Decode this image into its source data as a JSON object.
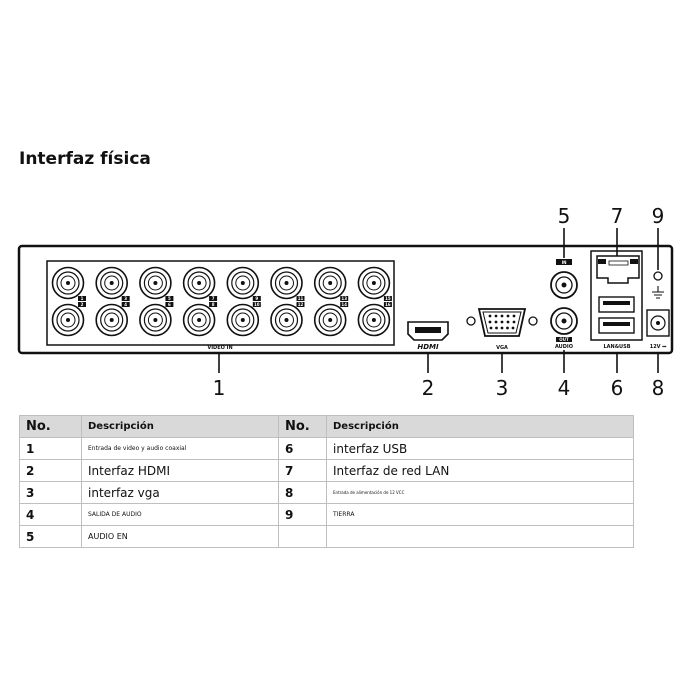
{
  "title": "Interfaz física",
  "panel": {
    "labels": {
      "video_in": "VIDEO IN",
      "hdmi": "HDMI",
      "vga": "VGA",
      "audio_in_tag": "IN",
      "audio_out_tag": "OUT",
      "audio": "AUDIO",
      "lan_usb": "LAN&USB",
      "power": "12V ⎓"
    },
    "bnc_top_numbers": [
      "1",
      "3",
      "5",
      "7",
      "9",
      "11",
      "13",
      "15"
    ],
    "bnc_bottom_numbers": [
      "2",
      "4",
      "6",
      "8",
      "10",
      "12",
      "14",
      "16"
    ],
    "callouts": {
      "c1": "1",
      "c2": "2",
      "c3": "3",
      "c4": "4",
      "c5": "5",
      "c6": "6",
      "c7": "7",
      "c8": "8",
      "c9": "9"
    }
  },
  "table": {
    "headers": [
      "No.",
      "Descripción",
      "No.",
      "Descripción"
    ],
    "rows": [
      {
        "no1": "1",
        "desc1": "Entrada de video y audio coaxial",
        "no2": "6",
        "desc2": "interfaz USB"
      },
      {
        "no1": "2",
        "desc1": "Interfaz HDMI",
        "no2": "7",
        "desc2": "Interfaz de red LAN"
      },
      {
        "no1": "3",
        "desc1": "interfaz vga",
        "no2": "8",
        "desc2": "Entrada de alimentación de 12 VCC"
      },
      {
        "no1": "4",
        "desc1": "SALIDA DE AUDIO",
        "no2": "9",
        "desc2": "TIERRA"
      },
      {
        "no1": "5",
        "desc1": "AUDIO EN",
        "no2": "",
        "desc2": ""
      }
    ]
  }
}
